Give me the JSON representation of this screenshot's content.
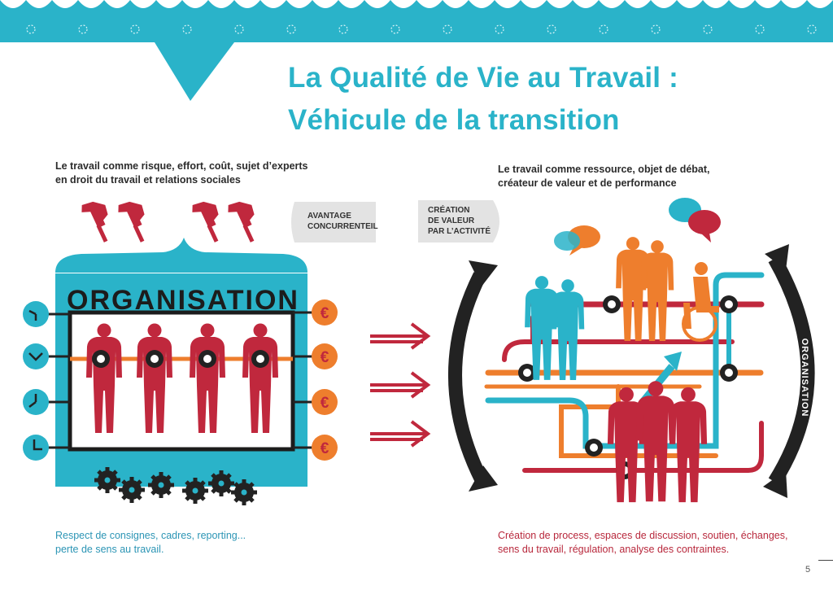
{
  "title": {
    "line1": "La Qualité de Vie au Travail :",
    "line2": "Véhicule de la transition"
  },
  "left_panel": {
    "caption_top_line1": "Le travail comme risque, effort, coût, sujet d’experts",
    "caption_top_line2": "en droit du travail et relations sociales",
    "organisation_label": "ORGANISATION",
    "currency_symbol": "€",
    "caption_bottom_line1": "Respect de consignes, cadres, reporting...",
    "caption_bottom_line2": "perte de sens au travail."
  },
  "middle": {
    "tag_left_line1": "AVANTAGE",
    "tag_left_line2": "CONCURRENTEIL",
    "tag_right_line1": "CRÉATION",
    "tag_right_line2": "DE VALEUR",
    "tag_right_line3": "PAR L’ACTIVITÉ"
  },
  "right_panel": {
    "caption_top_line1": "Le travail comme ressource, objet de débat,",
    "caption_top_line2": "créateur de valeur et de performance",
    "cycle_label_left": "ORGANISATION",
    "cycle_label_right": "ORGANISATION",
    "caption_bottom_line1": "Création de process, espaces de discussion, soutien, échanges,",
    "caption_bottom_line2": "sens du travail, régulation, analyse des contraintes."
  },
  "page_number": "5",
  "colors": {
    "teal": "#2ab3c9",
    "crimson": "#c0283d",
    "orange": "#ee7e2d",
    "dark": "#222222"
  }
}
